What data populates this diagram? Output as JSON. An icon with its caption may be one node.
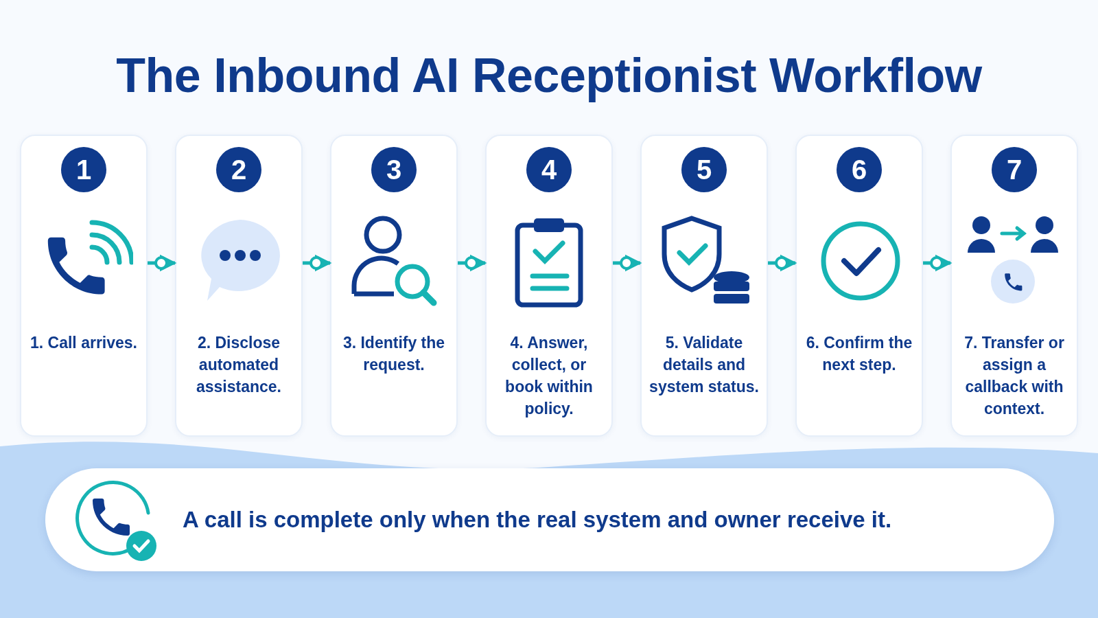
{
  "diagram": {
    "title": "The Inbound AI Receptionist Workflow",
    "nodes": [
      {
        "text": [
          "1",
          "1. Call arrives."
        ]
      },
      {
        "text": [
          "2",
          "2. Disclose automated assistance."
        ]
      },
      {
        "text": [
          "3",
          "3. Identify the request."
        ]
      },
      {
        "text": [
          "4",
          "4. Answer, collect, or book within policy."
        ]
      },
      {
        "text": [
          "5",
          "5. Validate details and system status."
        ]
      },
      {
        "text": [
          "6",
          "6. Confirm the next step."
        ]
      },
      {
        "text": [
          "7",
          "7. Transfer or assign a callback with context."
        ]
      },
      {
        "text": [
          "A call is complete only when the real system and owner receive it."
        ]
      }
    ],
    "edges": [
      {
        "from": 0,
        "to": 1,
        "arrow": "to"
      },
      {
        "from": 1,
        "to": 2,
        "arrow": "to"
      },
      {
        "from": 2,
        "to": 3,
        "arrow": "to"
      },
      {
        "from": 3,
        "to": 4,
        "arrow": "to"
      },
      {
        "from": 4,
        "to": 5,
        "arrow": "to"
      },
      {
        "from": 5,
        "to": 6,
        "arrow": "to"
      }
    ]
  }
}
